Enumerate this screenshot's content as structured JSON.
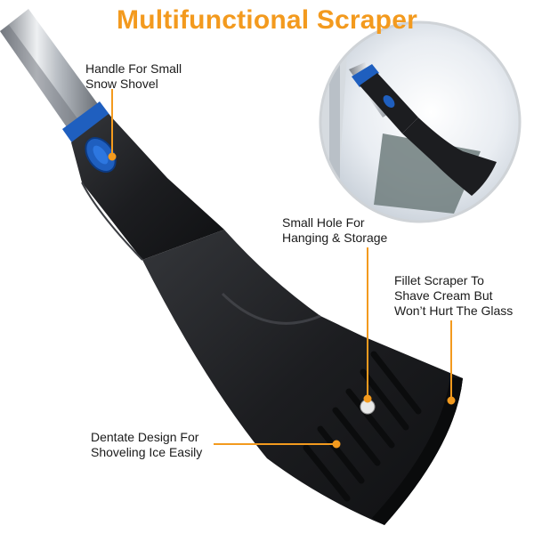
{
  "title": "Multifunctional Scraper",
  "callouts": {
    "handle": "Handle For Small\nSnow Shovel",
    "hole": "Small Hole For\nHanging & Storage",
    "fillet": "Fillet Scraper To\nShave Cream But\nWon’t Hurt The Glass",
    "dentate": "Dentate Design For\nShoveling Ice Easily"
  },
  "colors": {
    "accent": "#f39a1e",
    "handle_blue": "#1f5fbf",
    "body_black": "#1b1c1e"
  }
}
